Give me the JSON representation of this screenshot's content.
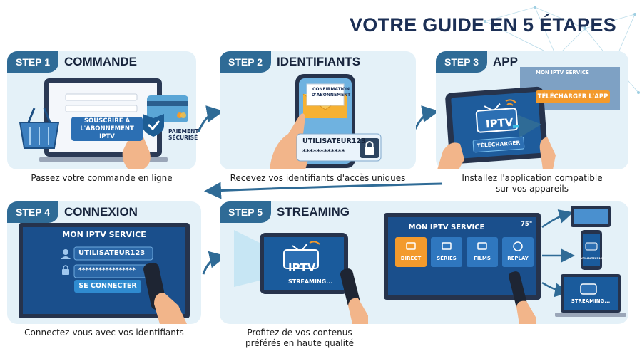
{
  "page_title": "VOTRE GUIDE EN 5 ÉTAPES",
  "steps": [
    {
      "badge": "STEP 1",
      "title": "COMMANDE",
      "caption": "Passez votre commande en ligne",
      "button_line1": "SOUSCRIRE À",
      "button_line2": "L'ABONNEMENT IPTV",
      "payment_line1": "PAIEMENT",
      "payment_line2": "SÉCURISÉ"
    },
    {
      "badge": "STEP 2",
      "title": "IDENTIFIANTS",
      "caption": "Recevez vos identifiants d'accès uniques",
      "email_line1": "CONFIRMATION",
      "email_line2": "D'ABONNEMENT",
      "username": "UTILISATEUR123",
      "password": "************"
    },
    {
      "badge": "STEP 3",
      "title": "APP",
      "caption_line1": "Installez l'application compatible",
      "caption_line2": "sur vos appareils",
      "tv_service": "MON IPTV SERVICE",
      "tv_button": "TÉLÉCHARGER L'APP",
      "logo": "IPTV",
      "tablet_button": "TÉLÉCHARGER"
    },
    {
      "badge": "STEP 4",
      "title": "CONNEXION",
      "caption": "Connectez-vous avec vos identifiants",
      "service": "MON IPTV SERVICE",
      "username": "UTILISATEUR123",
      "password": "*****************",
      "button": "SE CONNECTER"
    },
    {
      "badge": "STEP 5",
      "title": "STREAMING",
      "caption_line1": "Profitez de vos contenus",
      "caption_line2": "préférés en haute qualité",
      "logo": "IPTV",
      "tablet_text": "STREAMING...",
      "tv_service": "MON IPTV SERVICE",
      "tv_size": "75\"",
      "menu": [
        "DIRECT",
        "SÉRIES",
        "FILMS",
        "REPLAY"
      ],
      "phone_text": "UTILISATEUR123",
      "laptop_text": "STREAMING..."
    }
  ],
  "colors": {
    "card_bg": "#e4f1f8",
    "badge": "#2f6b96",
    "title": "#1c2f55",
    "button_blue": "#2c6fb3",
    "screen_dark": "#123a6b",
    "accent_orange": "#f39a2c"
  }
}
